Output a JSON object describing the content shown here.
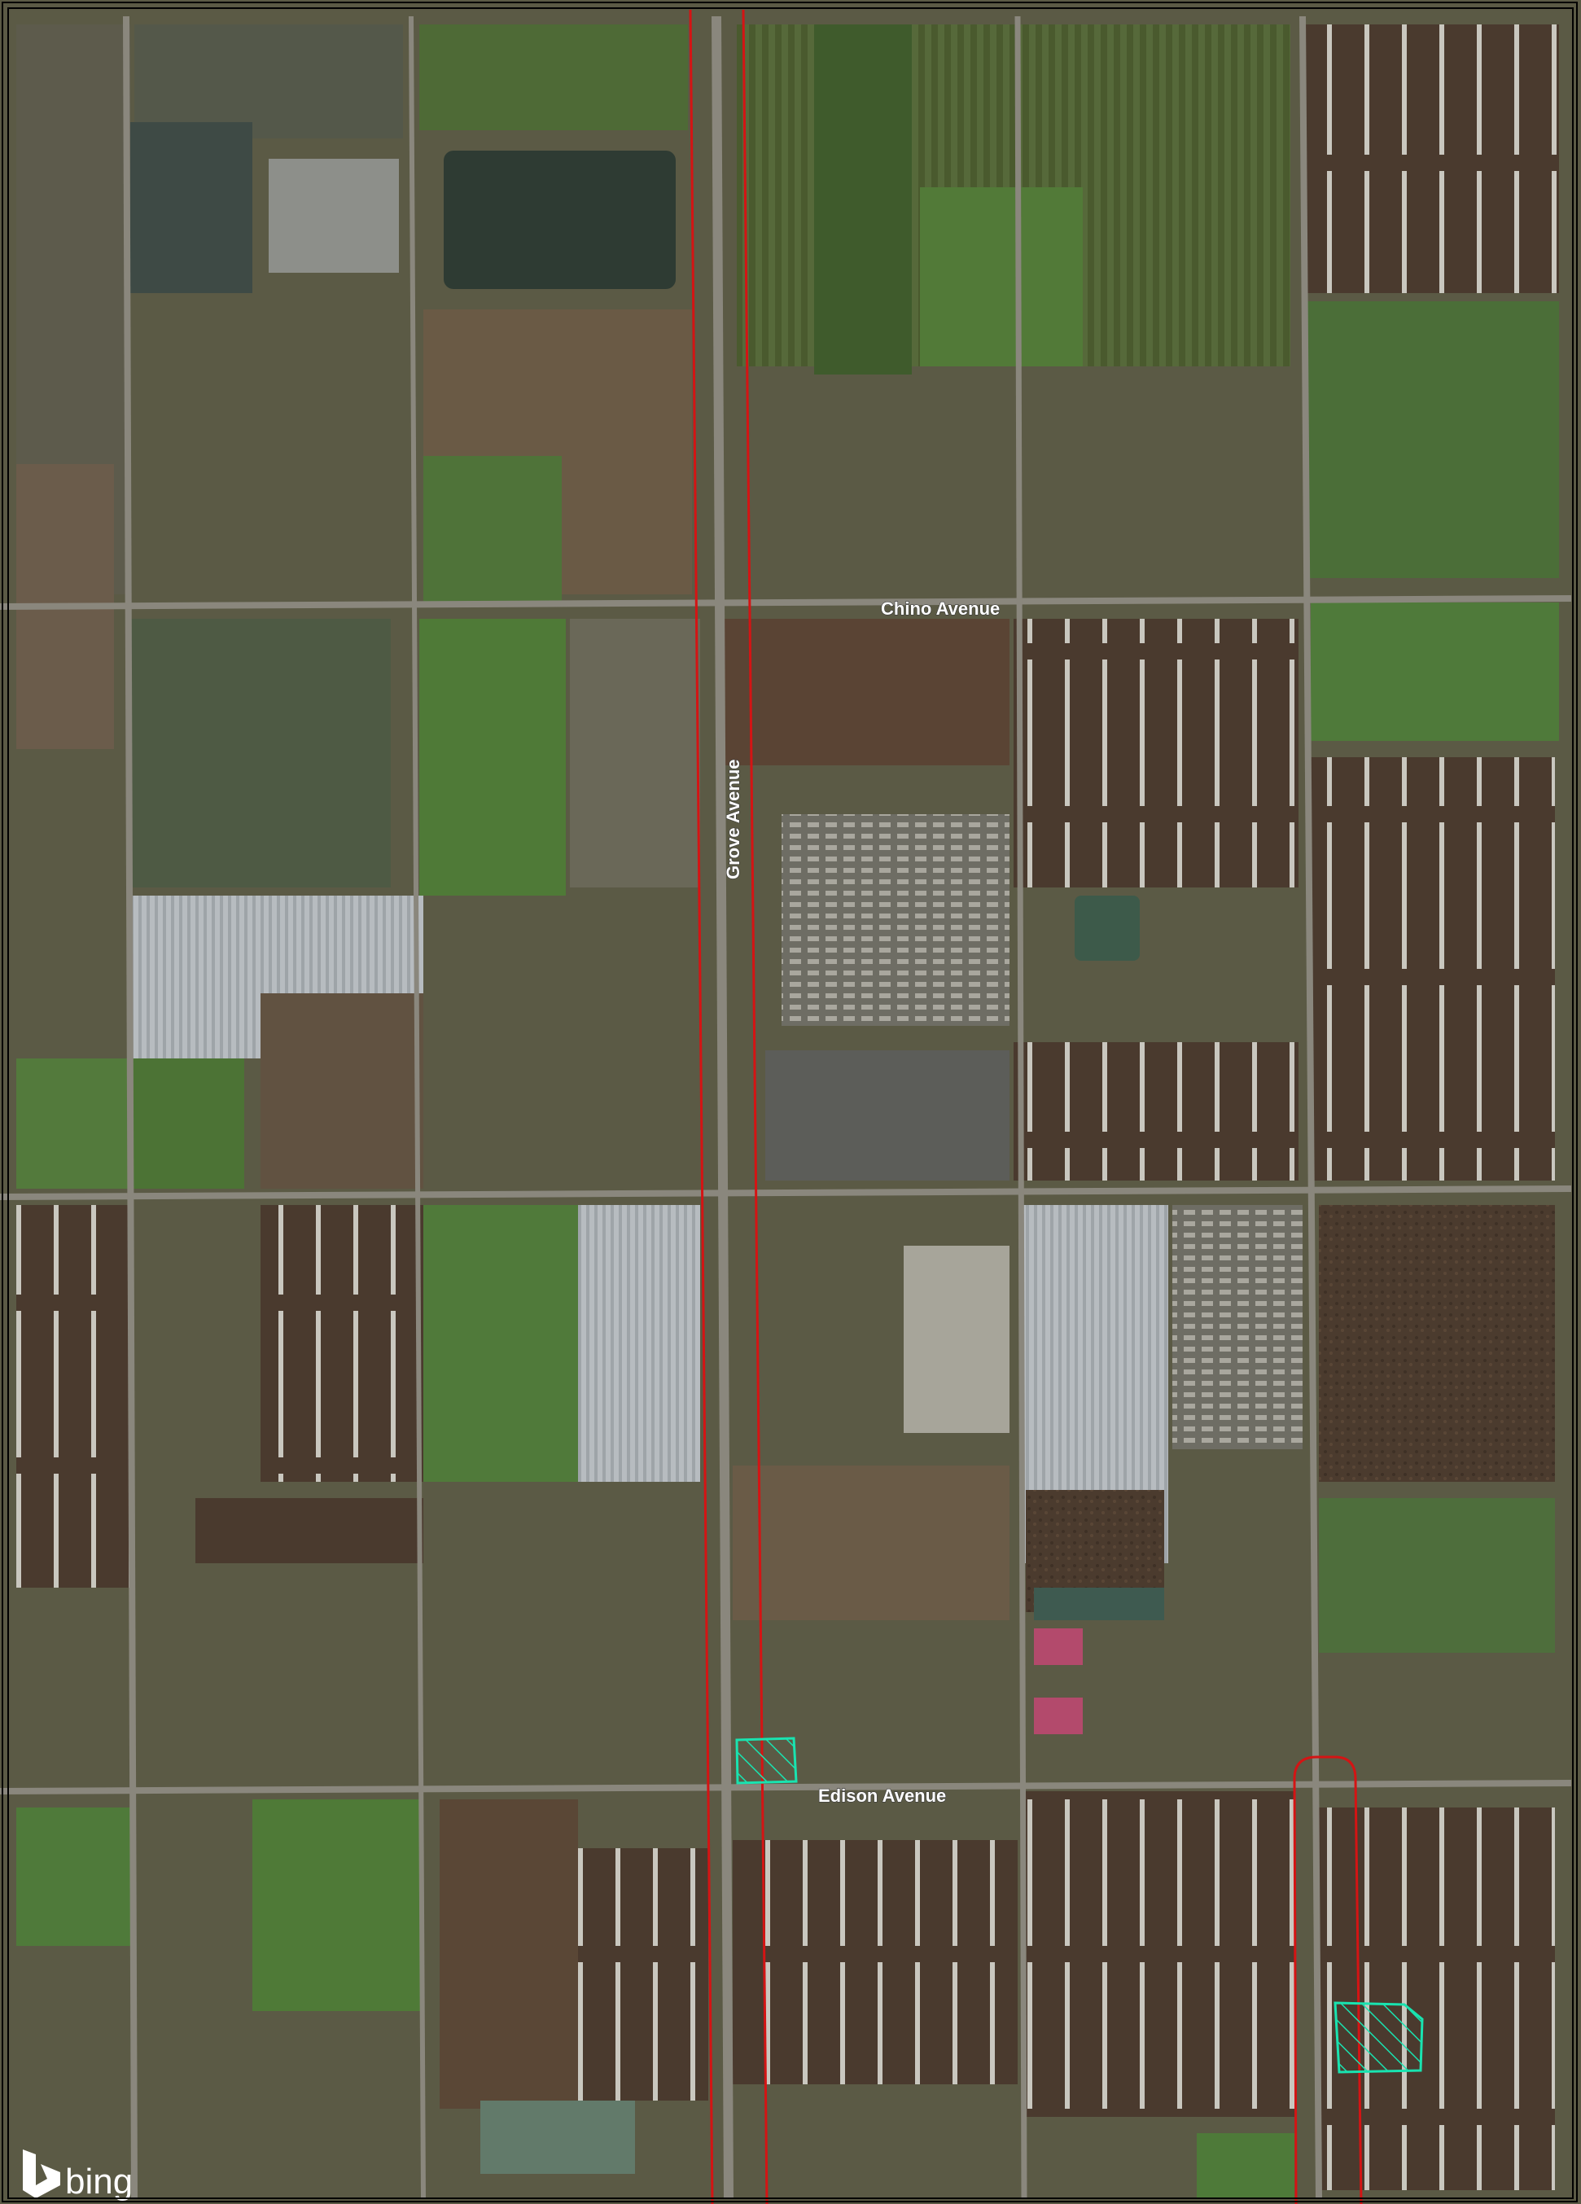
{
  "map": {
    "road_labels": {
      "chino": "Chino Avenue",
      "grove": "Grove Avenue",
      "edison": "Edison Avenue"
    },
    "attribution": "bing",
    "colors": {
      "boundary_line": "#d41414",
      "highlight_parcel": "#19e3b0",
      "frame": "#000000"
    }
  }
}
